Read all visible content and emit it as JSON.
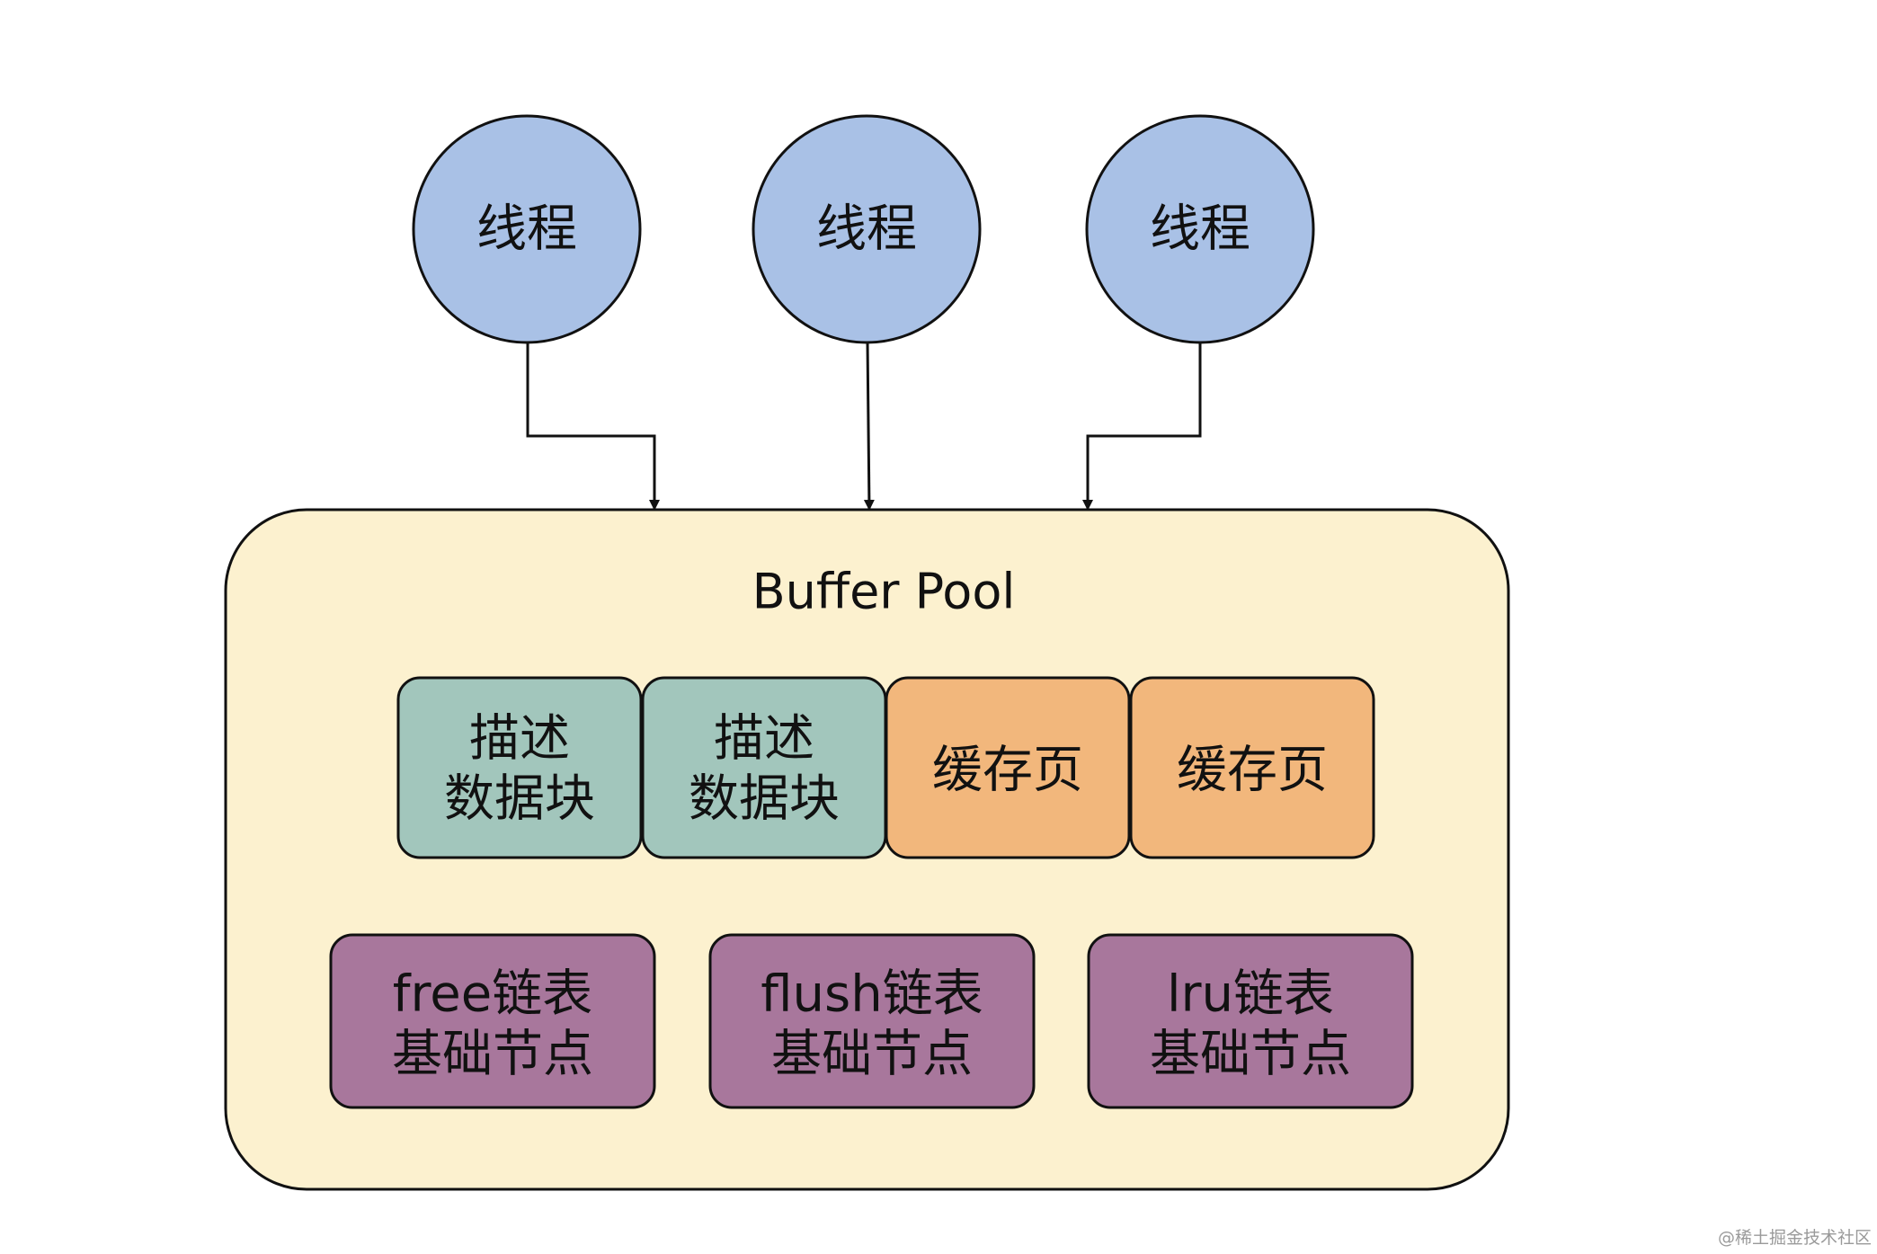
{
  "threads": [
    {
      "label": "线程"
    },
    {
      "label": "线程"
    },
    {
      "label": "线程"
    }
  ],
  "buffer_pool": {
    "title": "Buffer Pool",
    "blocks": [
      {
        "kind": "descriptor",
        "lines": [
          "描述",
          "数据块"
        ]
      },
      {
        "kind": "descriptor",
        "lines": [
          "描述",
          "数据块"
        ]
      },
      {
        "kind": "cache-page",
        "lines": [
          "缓存页"
        ]
      },
      {
        "kind": "cache-page",
        "lines": [
          "缓存页"
        ]
      }
    ],
    "list_nodes": [
      {
        "name": "free",
        "lines": [
          "free链表",
          "基础节点"
        ]
      },
      {
        "name": "flush",
        "lines": [
          "flush链表",
          "基础节点"
        ]
      },
      {
        "name": "lru",
        "lines": [
          "lru链表",
          "基础节点"
        ]
      }
    ]
  },
  "watermark": "@稀土掘金技术社区",
  "colors": {
    "thread_fill": "#a9c1e6",
    "pool_fill": "#fcf1cf",
    "descriptor_fill": "#a2c6bc",
    "cache_page_fill": "#f2b77c",
    "list_node_fill": "#a8779c",
    "stroke": "#111111"
  }
}
